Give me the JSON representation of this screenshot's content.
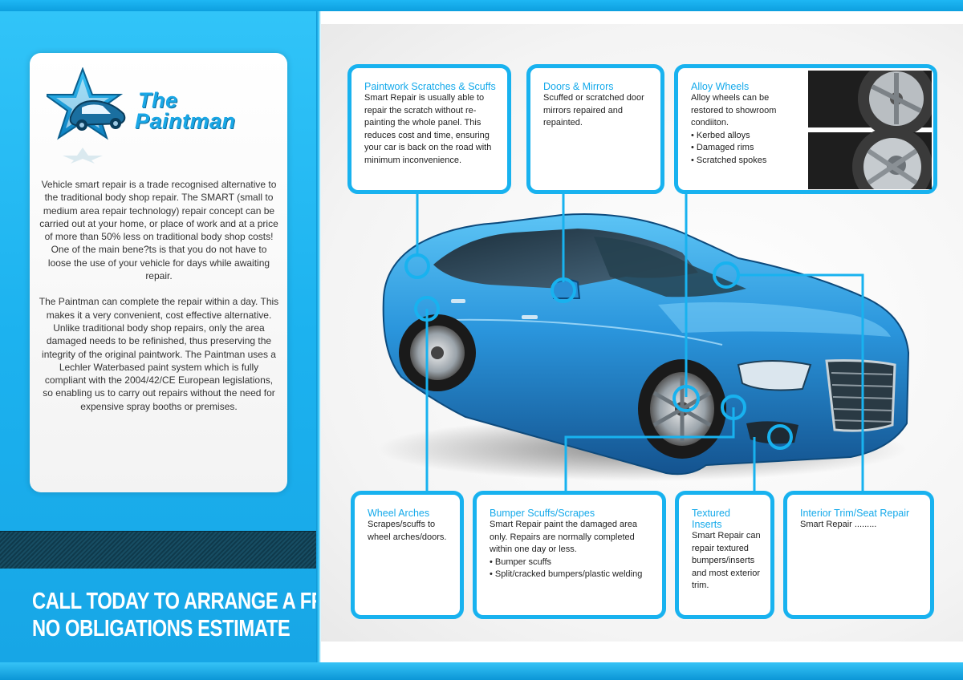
{
  "brand": {
    "logo_line1": "The",
    "logo_line2": "Paintman"
  },
  "intro": {
    "p1": "Vehicle smart repair is a trade recognised alternative to the traditional body shop repair. The SMART (small to medium area repair technology) repair concept can be carried out at your home, or place of work and at a price of more than 50% less on traditional body shop costs! One of the main bene?ts is that you do not have to loose the use of your vehicle for days while awaiting repair.",
    "p2": "The Paintman can complete the repair within a day. This makes it a very convenient, cost effective alternative. Unlike traditional body shop repairs, only the area damaged needs to be refinished, thus preserving the integrity of the original paintwork. The Paintman uses a Lechler Waterbased paint system which is fully compliant with the 2004/42/CE European legislations, so enabling us to carry out repairs without the need for expensive spray booths or premises."
  },
  "cta": {
    "line1": "CALL TODAY TO ARRANGE A FREE",
    "line2": "NO OBLIGATIONS ESTIMATE"
  },
  "boxes": {
    "paint": {
      "title": "Paintwork Scratches & Scuffs",
      "text": "Smart Repair is usually able to repair the scratch without re-painting the whole panel. This reduces cost and time, ensuring your car is back on the road with minimum inconvenience."
    },
    "doors": {
      "title": "Doors & Mirrors",
      "text": "Scuffed or scratched door mirrors repaired and repainted."
    },
    "alloy": {
      "title": "Alloy Wheels",
      "text": "Alloy wheels can be restored to showroom condiiton.",
      "items": [
        "Kerbed alloys",
        "Damaged rims",
        "Scratched spokes"
      ]
    },
    "arch": {
      "title": "Wheel Arches",
      "text": "Scrapes/scuffs to wheel arches/doors."
    },
    "bumper": {
      "title": "Bumper Scuffs/Scrapes",
      "text": "Smart Repair paint the damaged area only. Repairs are normally completed within one day or less.",
      "items": [
        "Bumper scuffs",
        "Split/cracked bumpers/plastic welding"
      ]
    },
    "tex": {
      "title": "Textured Inserts",
      "text": "Smart Repair can repair textured bumpers/inserts and most exterior trim."
    },
    "int": {
      "title": "Interior Trim/Seat Repair",
      "text": "Smart Repair ........."
    }
  },
  "colors": {
    "accent": "#18b2ef",
    "panel": "#1cb2ef",
    "car": "#2a8fd6",
    "dark_band": "#123f52"
  },
  "icons": {
    "logo": "star-car-logo-icon"
  }
}
